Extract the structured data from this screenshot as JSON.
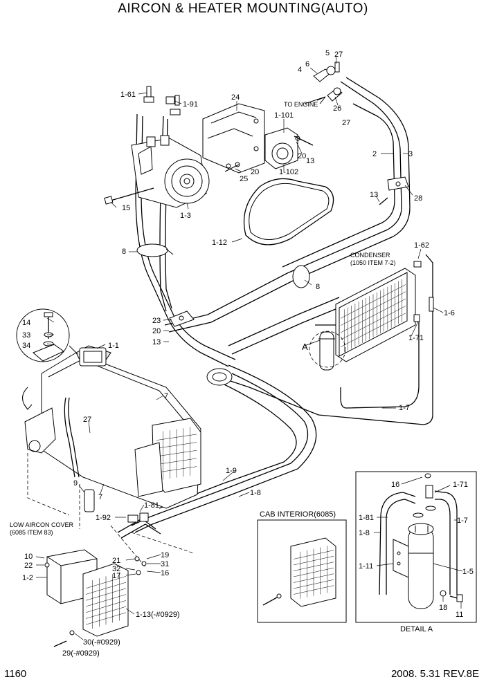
{
  "header": {
    "title": "AIRCON & HEATER MOUNTING(AUTO)"
  },
  "footer": {
    "page_number": "1160",
    "date_rev": "2008. 5.31  REV.8E"
  },
  "annotations": {
    "to_engine": "TO ENGINE",
    "condenser": "CONDENSER",
    "condenser_ref": "(1050 ITEM 7-2)",
    "low_aircon_cover": "LOW AIRCON COVER",
    "low_aircon_cover_ref": "(6085 ITEM 83)",
    "cab_interior": "CAB INTERIOR(6085)",
    "detail_a": "DETAIL A",
    "detail_marker": "A"
  },
  "callouts": [
    {
      "id": "p1-61",
      "text": "1-61"
    },
    {
      "id": "p1-91",
      "text": "1-91"
    },
    {
      "id": "p24",
      "text": "24"
    },
    {
      "id": "p1-101",
      "text": "1-101"
    },
    {
      "id": "p5",
      "text": "5"
    },
    {
      "id": "p27a",
      "text": "27"
    },
    {
      "id": "p6",
      "text": "6"
    },
    {
      "id": "p4",
      "text": "4"
    },
    {
      "id": "p26",
      "text": "26"
    },
    {
      "id": "p27b",
      "text": "27"
    },
    {
      "id": "p2",
      "text": "2"
    },
    {
      "id": "p3",
      "text": "3"
    },
    {
      "id": "p20a",
      "text": "20"
    },
    {
      "id": "p13a",
      "text": "13"
    },
    {
      "id": "p20b",
      "text": "20"
    },
    {
      "id": "p25",
      "text": "25"
    },
    {
      "id": "p1-102",
      "text": "1-102"
    },
    {
      "id": "p13b",
      "text": "13"
    },
    {
      "id": "p28",
      "text": "28"
    },
    {
      "id": "p15",
      "text": "15"
    },
    {
      "id": "p1-3",
      "text": "1-3"
    },
    {
      "id": "p1-12",
      "text": "1-12"
    },
    {
      "id": "p8a",
      "text": "8"
    },
    {
      "id": "p1-62",
      "text": "1-62"
    },
    {
      "id": "p8b",
      "text": "8"
    },
    {
      "id": "p1-6",
      "text": "1-6"
    },
    {
      "id": "p23",
      "text": "23"
    },
    {
      "id": "p20c",
      "text": "20"
    },
    {
      "id": "p13c",
      "text": "13"
    },
    {
      "id": "p1-71a",
      "text": "1-71"
    },
    {
      "id": "p14",
      "text": "14"
    },
    {
      "id": "p33",
      "text": "33"
    },
    {
      "id": "p34",
      "text": "34"
    },
    {
      "id": "p1-1",
      "text": "1-1"
    },
    {
      "id": "p7a",
      "text": "7"
    },
    {
      "id": "p1-7a",
      "text": "1-7"
    },
    {
      "id": "p27c",
      "text": "27"
    },
    {
      "id": "p1-9",
      "text": "1-9"
    },
    {
      "id": "p9",
      "text": "9"
    },
    {
      "id": "p7b",
      "text": "7"
    },
    {
      "id": "p1-8a",
      "text": "1-8"
    },
    {
      "id": "p1-81a",
      "text": "1-81"
    },
    {
      "id": "p1-92",
      "text": "1-92"
    },
    {
      "id": "p10",
      "text": "10"
    },
    {
      "id": "p22",
      "text": "22"
    },
    {
      "id": "p1-2",
      "text": "1-2"
    },
    {
      "id": "p21",
      "text": "21"
    },
    {
      "id": "p19",
      "text": "19"
    },
    {
      "id": "p32",
      "text": "32"
    },
    {
      "id": "p31",
      "text": "31"
    },
    {
      "id": "p17",
      "text": "17"
    },
    {
      "id": "p16a",
      "text": "16"
    },
    {
      "id": "p1-13",
      "text": "1-13(-#0929)"
    },
    {
      "id": "p30",
      "text": "30(-#0929)"
    },
    {
      "id": "p29",
      "text": "29(-#0929)"
    },
    {
      "id": "p16b",
      "text": "16"
    },
    {
      "id": "p1-71b",
      "text": "1-71"
    },
    {
      "id": "p1-81b",
      "text": "1-81"
    },
    {
      "id": "p1-7b",
      "text": "1-7"
    },
    {
      "id": "p1-8b",
      "text": "1-8"
    },
    {
      "id": "p1-11",
      "text": "1-11"
    },
    {
      "id": "p1-5",
      "text": "1-5"
    },
    {
      "id": "p18",
      "text": "18"
    },
    {
      "id": "p11",
      "text": "11"
    }
  ]
}
